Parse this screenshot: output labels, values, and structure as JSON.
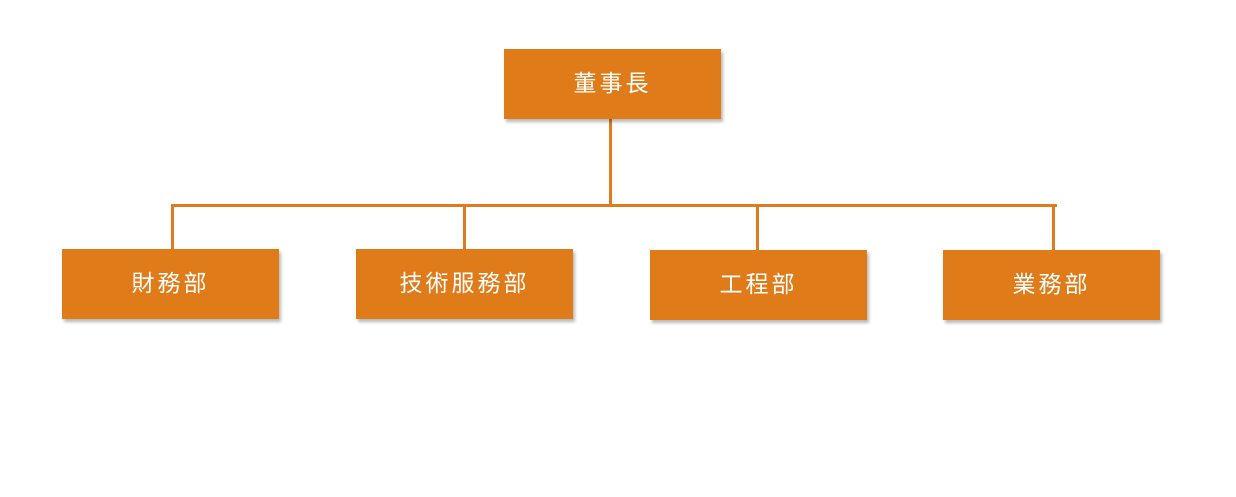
{
  "org_chart": {
    "root": {
      "label": "董事長"
    },
    "departments": [
      {
        "label": "財務部"
      },
      {
        "label": "技術服務部"
      },
      {
        "label": "工程部"
      },
      {
        "label": "業務部"
      }
    ]
  },
  "colors": {
    "node_fill": "#e07b19",
    "node_text": "#ffffff",
    "connector": "#e07b20",
    "background": "#ffffff"
  }
}
